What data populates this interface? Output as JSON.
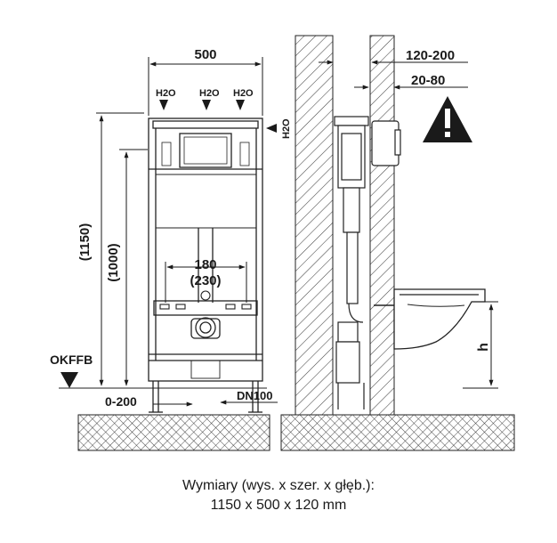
{
  "dimensions": {
    "width": "500",
    "wall_gap": "120-200",
    "wall_offset": "20-80",
    "total_height": "(1150)",
    "inner_height": "(1000)",
    "outlet_spacing": "180",
    "outlet_spacing_alt": "(230)",
    "floor_offset": "0-200",
    "drain": "DN100",
    "floor_level": "OKFFB",
    "bowl_height": "h"
  },
  "water_labels": {
    "h2o": "H2O"
  },
  "caption": {
    "line1": "Wymiary (wys. x szer. x głęb.):",
    "line2": "1150 x 500 x 120 mm"
  }
}
